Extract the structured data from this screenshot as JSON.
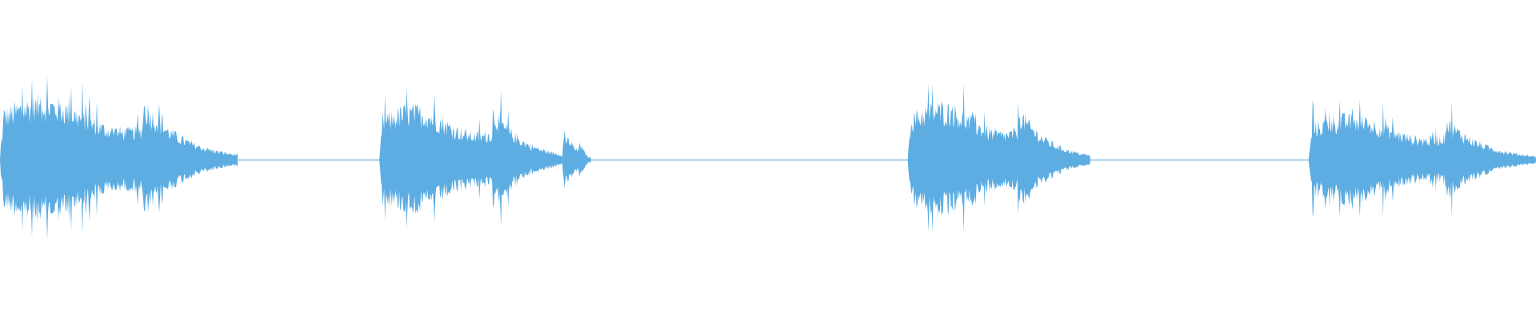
{
  "waveform": {
    "color": "#5dade2",
    "segments": [
      {
        "start": 0.0,
        "end": 0.155,
        "peak": 0.42
      },
      {
        "start": 0.247,
        "end": 0.37,
        "peak": 0.36
      },
      {
        "start": 0.366,
        "end": 0.385,
        "peak": 0.15
      },
      {
        "start": 0.591,
        "end": 0.71,
        "peak": 0.38
      },
      {
        "start": 0.852,
        "end": 1.0,
        "peak": 0.3
      }
    ]
  }
}
